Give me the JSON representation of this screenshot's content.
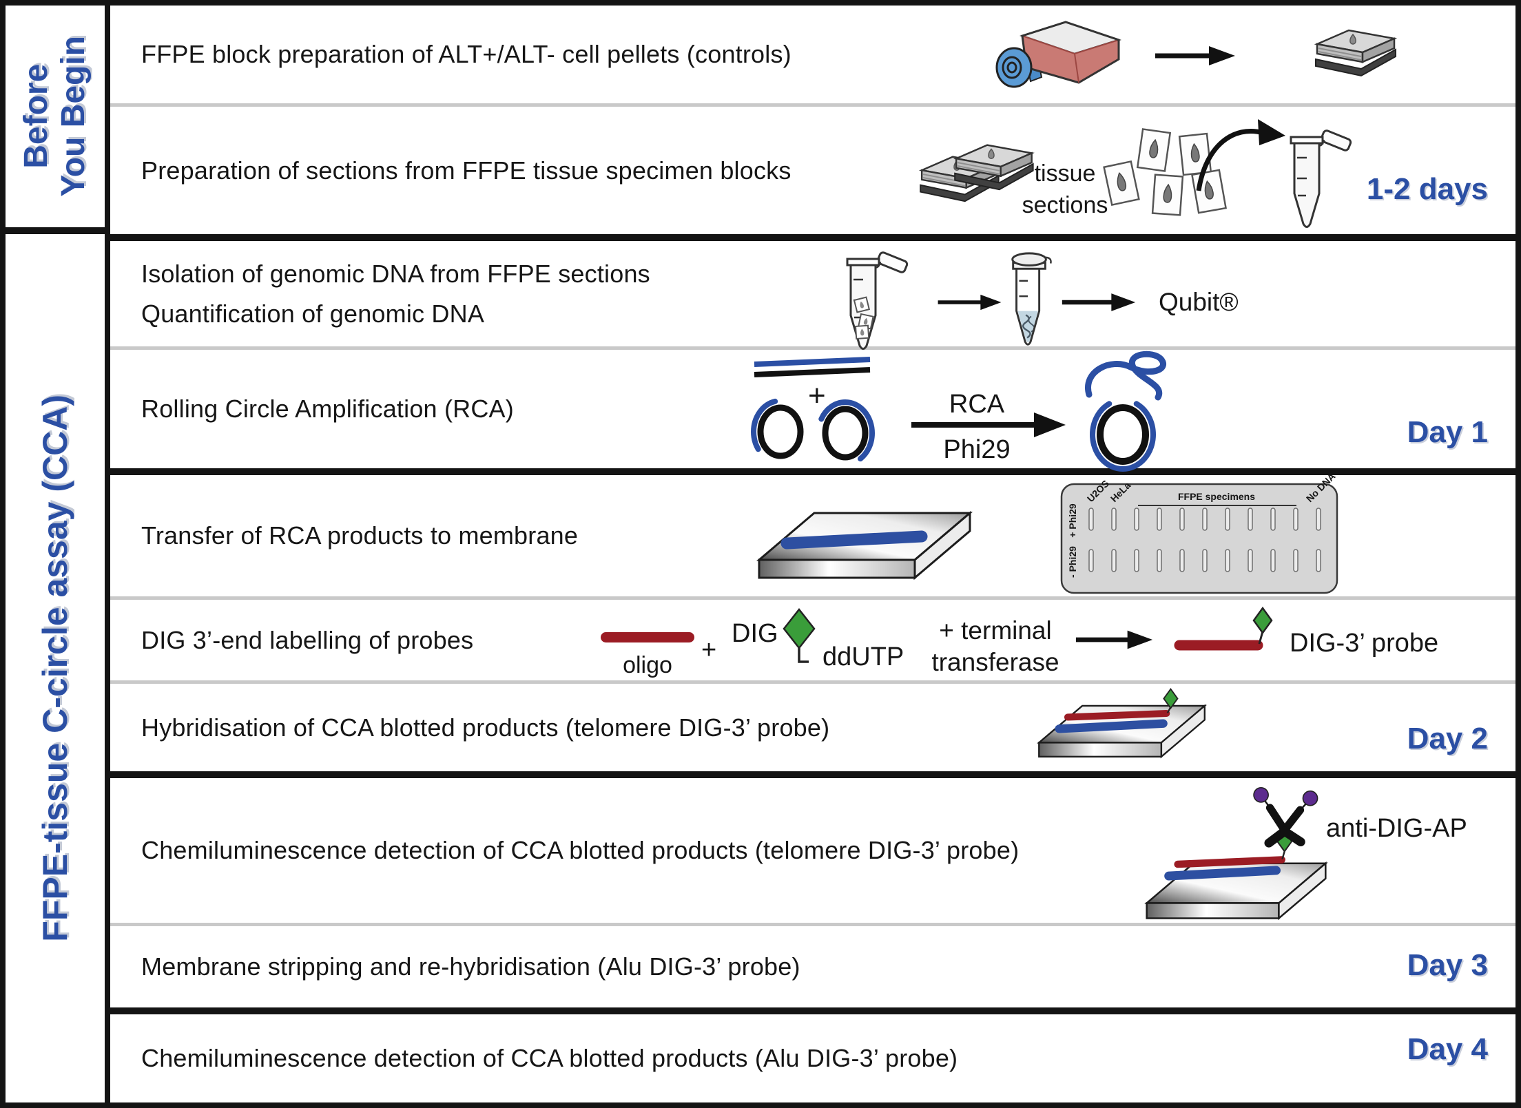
{
  "colors": {
    "accent_blue": "#2b4fa4",
    "stripe_blue": "#2d4fa1",
    "dark_red": "#9b1c24",
    "green": "#3a9d3a",
    "purple": "#5c2b8e",
    "media_red": "#c97a74",
    "cap_blue": "#5b9bd5"
  },
  "sidebar": {
    "before_you_begin": {
      "line1": "Before",
      "line2": "You Begin"
    },
    "cca_label": "FFPE-tissue C-circle assay (CCA)"
  },
  "rows": [
    {
      "label": "FFPE block preparation of ALT+/ALT- cell pellets (controls)"
    },
    {
      "label": "Preparation of sections from FFPE tissue specimen blocks",
      "duration": "1-2 days",
      "tissue_sections_caption": "tissue sections"
    },
    {
      "label_line1": "Isolation of genomic DNA from FFPE sections",
      "label_line2": "Quantification of genomic DNA",
      "instrument": "Qubit®"
    },
    {
      "label": "Rolling Circle Amplification (RCA)",
      "day": "Day 1",
      "plus": "+",
      "arrow_top": "RCA",
      "arrow_bottom": "Phi29"
    },
    {
      "label": "Transfer of RCA products to membrane",
      "blot": {
        "col_first": "U2OS",
        "col_second": "HeLa",
        "col_middle": "FFPE specimens",
        "col_last": "No DNA",
        "row_top": "+ Phi29",
        "row_bottom": "- Phi29"
      }
    },
    {
      "label": "DIG 3’-end labelling of probes",
      "oligo": "oligo",
      "plus": "+",
      "dig": "DIG",
      "ddutp": "ddUTP",
      "terminal_line1": "+ terminal",
      "terminal_line2": "transferase",
      "probe": "DIG-3’ probe"
    },
    {
      "label": "Hybridisation of CCA blotted products  (telomere DIG-3’ probe)",
      "day": "Day 2"
    },
    {
      "label": "Chemiluminescence detection of CCA blotted products (telomere DIG-3’ probe)",
      "antibody": "anti-DIG-AP"
    },
    {
      "label": "Membrane stripping and re-hybridisation (Alu DIG-3’ probe)",
      "day": "Day 3"
    },
    {
      "label": "Chemiluminescence detection of CCA blotted products (Alu DIG-3’ probe)",
      "day": "Day 4"
    }
  ]
}
